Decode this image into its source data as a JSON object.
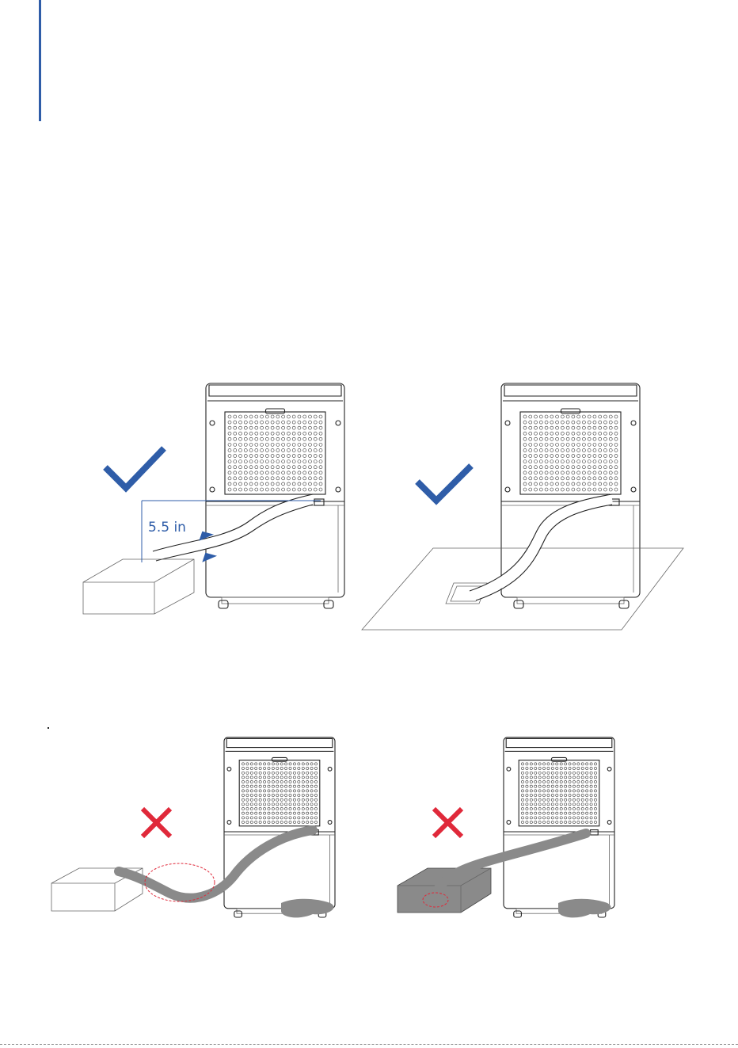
{
  "page": {
    "accent_color": "#2f5da8",
    "ok_color": "#2f5da8",
    "bad_color": "#e0293a",
    "water_color": "#8a8a8a"
  },
  "figures": [
    {
      "id": "correct-container",
      "verdict": "correct",
      "icon": "checkmark-icon",
      "dimension_label": "5.5 in"
    },
    {
      "id": "correct-floor-drain",
      "verdict": "correct",
      "icon": "checkmark-icon"
    },
    {
      "id": "wrong-hose-sag",
      "verdict": "wrong",
      "icon": "cross-icon"
    },
    {
      "id": "wrong-hose-submerged",
      "verdict": "wrong",
      "icon": "cross-icon"
    }
  ]
}
